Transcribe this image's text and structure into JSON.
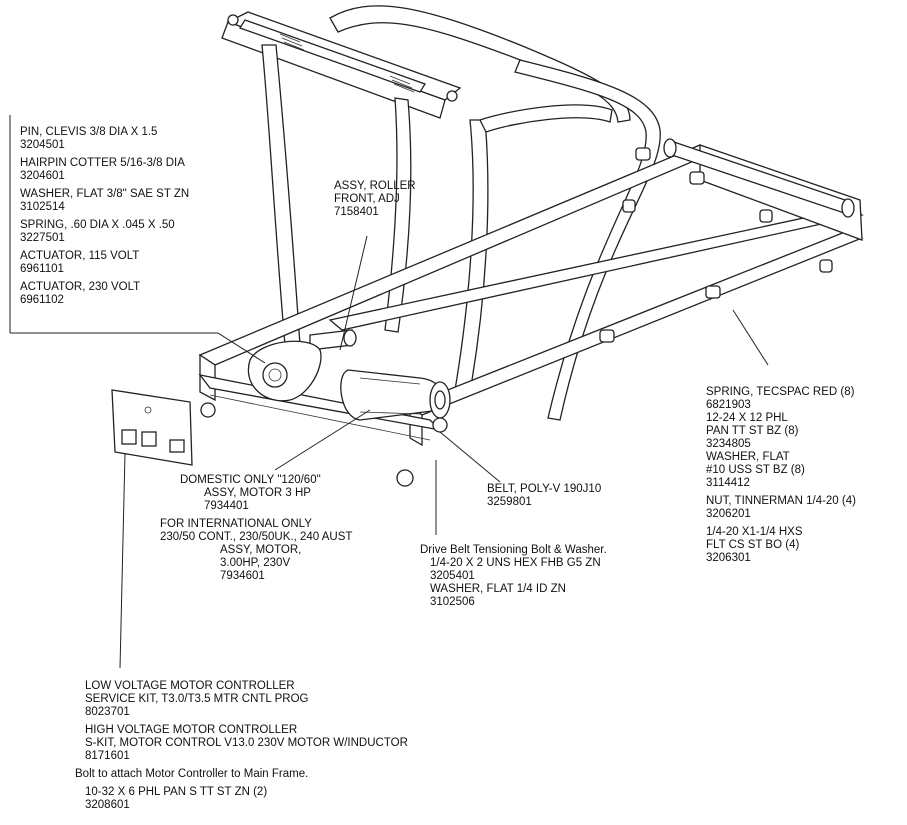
{
  "labels": {
    "actuator_group": [
      {
        "desc": "PIN, CLEVIS 3/8 DIA X 1.5",
        "part": "3204501"
      },
      {
        "desc": "HAIRPIN COTTER 5/16-3/8 DIA",
        "part": "3204601"
      },
      {
        "desc": "WASHER, FLAT 3/8\" SAE ST ZN",
        "part": "3102514"
      },
      {
        "desc": "SPRING, .60 DIA X .045 X .50",
        "part": "3227501"
      },
      {
        "desc": "ACTUATOR, 115 VOLT",
        "part": "6961101"
      },
      {
        "desc": "ACTUATOR, 230 VOLT",
        "part": "6961102"
      }
    ],
    "roller": [
      "ASSY, ROLLER",
      "FRONT, ADJ",
      "7158401"
    ],
    "spring_group": [
      [
        "SPRING, TECSPAC RED (8)",
        "6821903"
      ],
      [
        "12-24 X 12 PHL",
        "PAN TT ST BZ (8)",
        "3234805"
      ],
      [
        "WASHER, FLAT",
        "#10 USS ST BZ (8)",
        "3114412"
      ],
      [
        "NUT, TINNERMAN 1/4-20 (4)",
        "3206201"
      ],
      [
        "1/4-20 X1-1/4 HXS",
        "FLT CS ST BO (4)",
        "3206301"
      ]
    ],
    "motor": [
      "DOMESTIC ONLY \"120/60\"",
      "ASSY, MOTOR 3 HP",
      "7934401",
      "FOR INTERNATIONAL ONLY",
      "230/50 CONT., 230/50UK., 240 AUST",
      "ASSY, MOTOR,",
      "3.00HP, 230V",
      "7934601"
    ],
    "belt": [
      "BELT, POLY-V 190J10",
      "3259801"
    ],
    "tension": [
      "Drive Belt Tensioning Bolt & Washer.",
      "1/4-20 X 2 UNS HEX FHB G5 ZN",
      "3205401",
      "WASHER, FLAT 1/4 ID ZN",
      "3102506"
    ],
    "controller": [
      "LOW VOLTAGE MOTOR CONTROLLER",
      "SERVICE KIT, T3.0/T3.5 MTR CNTL PROG",
      "8023701",
      "HIGH VOLTAGE MOTOR CONTROLLER",
      "S-KIT, MOTOR CONTROL V13.0 230V MOTOR W/INDUCTOR",
      "8171601",
      "Bolt to attach Motor Controller to Main Frame.",
      "10-32 X 6 PHL PAN S TT ST ZN (2)",
      "3208601"
    ]
  }
}
